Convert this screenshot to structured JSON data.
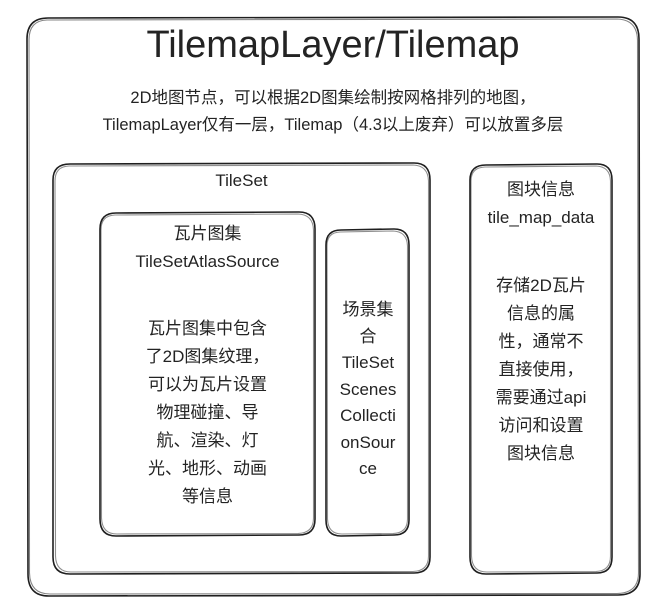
{
  "diagram": {
    "title": "TilemapLayer/Tilemap",
    "description": "2D地图节点，可以根据2D图集绘制按网格排列的地图，\nTilemapLayer仅有一层，Tilemap（4.3以上废弃）可以放置多层",
    "stroke_color": "#1f1f1f",
    "text_color": "#232323",
    "background": "#ffffff",
    "nodes": {
      "tileset": {
        "label": "TileSet"
      },
      "atlas_source": {
        "header": "瓦片图集\nTileSetAtlasSource",
        "body": "瓦片图集中包含\n了2D图集纹理，\n可以为瓦片设置\n物理碰撞、导\n航、渲染、灯\n光、地形、动画\n等信息"
      },
      "scenes_collection": {
        "body": "场景集\n合\nTileSet\nScenes\nCollecti\nonSour\nce"
      },
      "tile_map_data": {
        "header": "图块信息\ntile_map_data",
        "body": "存储2D瓦片\n信息的属\n性，通常不\n直接使用，\n需要通过api\n访问和设置\n图块信息"
      }
    }
  }
}
